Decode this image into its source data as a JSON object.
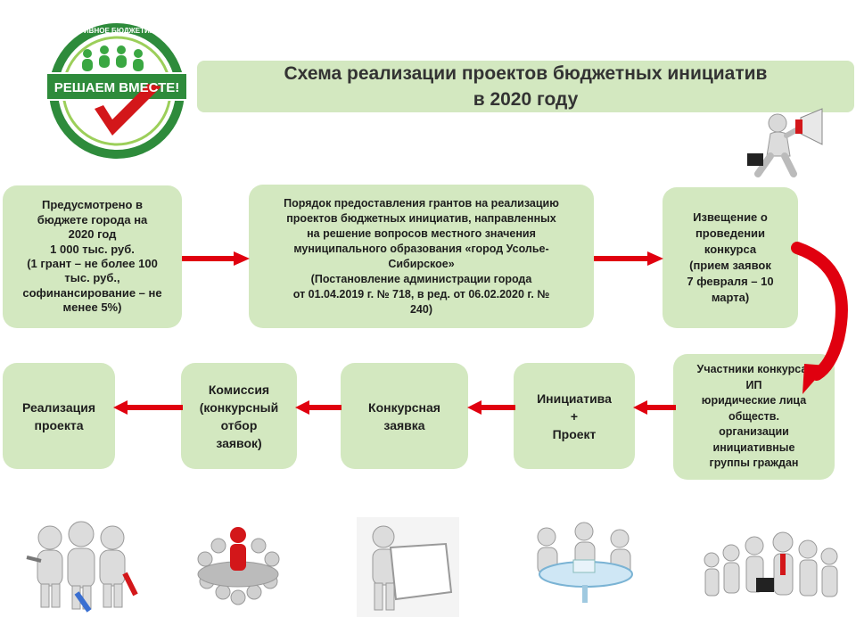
{
  "logo": {
    "arc_text": "ИНИЦИАТИВНОЕ БЮДЖЕТИРОВАНИЕ",
    "banner": "РЕШАЕМ ВМЕСТЕ!"
  },
  "title": {
    "line1": "Схема реализации  проектов бюджетных инициатив",
    "line2": "в 2020 году"
  },
  "colors": {
    "box_fill": "#d3e8c0",
    "arrow": "#e0000f",
    "logo_green": "#2e8b3b",
    "logo_red": "#d3171a"
  },
  "boxes": {
    "budget": [
      "Предусмотрено в",
      "бюджете города на",
      "2020 год",
      "1 000 тыс. руб.",
      "(1 грант – не более 100",
      "тыс. руб.,",
      "софинансирование – не",
      "менее 5%)"
    ],
    "order": [
      "Порядок предоставления грантов на реализацию",
      "проектов бюджетных инициатив, направленных",
      "на решение вопросов местного значения",
      "муниципального образования «город Усолье-",
      "Сибирское»",
      "(Постановление администрации города",
      "от 01.04.2019  г. № 718, в ред. от 06.02.2020  г. №",
      "240)"
    ],
    "notice": [
      "Извещение о",
      "проведении",
      "конкурса",
      "(прием заявок",
      "7 февраля – 10",
      "марта)"
    ],
    "participants": [
      "Участники конкурса:",
      "ИП",
      "юридические лица",
      "обществ.",
      "организации",
      "инициативные",
      "группы граждан"
    ],
    "initiative": [
      "Инициатива",
      "+",
      "Проект"
    ],
    "application": [
      "Конкурсная",
      "заявка"
    ],
    "commission": [
      "Комиссия",
      "(конкурсный",
      "отбор",
      "заявок)"
    ],
    "realization": [
      "Реализация",
      "проекта"
    ]
  },
  "icons": [
    "megaphone-man-icon",
    "workers-with-tools-icon",
    "group-circle-icon",
    "presenter-with-board-icon",
    "people-at-table-icon",
    "crowd-leader-icon"
  ]
}
